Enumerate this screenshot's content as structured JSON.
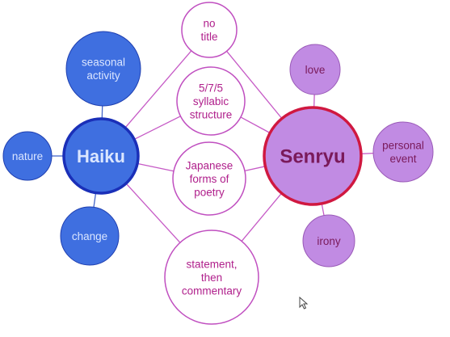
{
  "colors": {
    "haiku_fill": "#3f6fe0",
    "haiku_stroke": "#1f3fb0",
    "haiku_main_stroke": "#1a2fb8",
    "haiku_text": "#dbe6ff",
    "senryu_fill": "#c18be3",
    "senryu_main_stroke": "#d01840",
    "senryu_text": "#7a1a5a",
    "shared_stroke": "#c04fc0",
    "shared_text": "#b0208c",
    "link_blue": "#4566c8",
    "link_magenta": "#c65ac6"
  },
  "nodes": {
    "haiku": "Haiku",
    "senryu": "Senryu",
    "haiku_seasonal": [
      "seasonal",
      "activity"
    ],
    "haiku_nature": [
      "nature"
    ],
    "haiku_change": [
      "change"
    ],
    "senryu_love": [
      "love"
    ],
    "senryu_personal": [
      "personal",
      "event"
    ],
    "senryu_irony": [
      "irony"
    ],
    "shared_title": [
      "no",
      "title"
    ],
    "shared_syllabic": [
      "5/7/5",
      "syllabic",
      "structure"
    ],
    "shared_forms": [
      "Japanese",
      "forms of",
      "poetry"
    ],
    "shared_statement": [
      "statement,",
      "then",
      "commentary"
    ]
  }
}
